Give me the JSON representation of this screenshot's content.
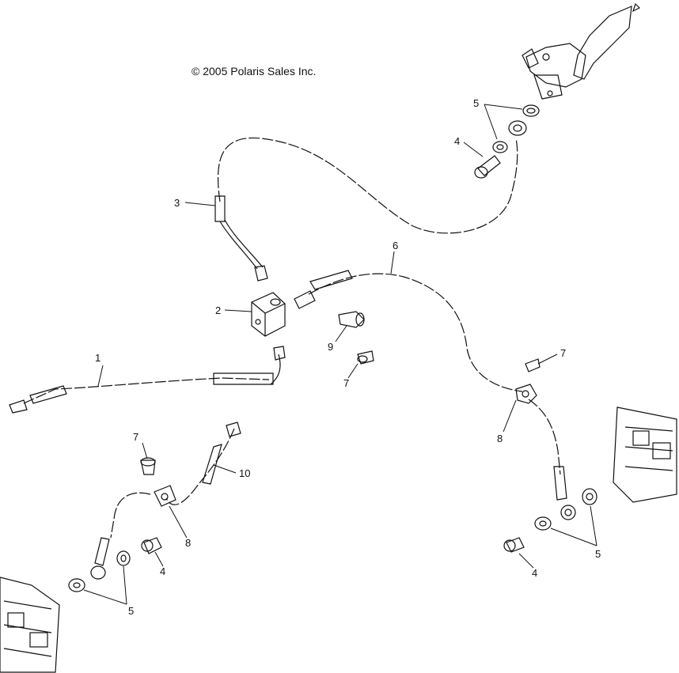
{
  "copyright": "© 2005 Polaris Sales Inc.",
  "callouts": {
    "c1": "1",
    "c2": "2",
    "c3": "3",
    "c4_top": "4",
    "c4_mid": "4",
    "c4_right": "4",
    "c5_top": "5",
    "c5_left": "5",
    "c5_right": "5",
    "c6": "6",
    "c7_mid": "7",
    "c7_right": "7",
    "c7_left": "7",
    "c8_right": "8",
    "c8_left": "8",
    "c9": "9",
    "c10": "10"
  },
  "colors": {
    "line": "#111111",
    "background": "#ffffff"
  }
}
